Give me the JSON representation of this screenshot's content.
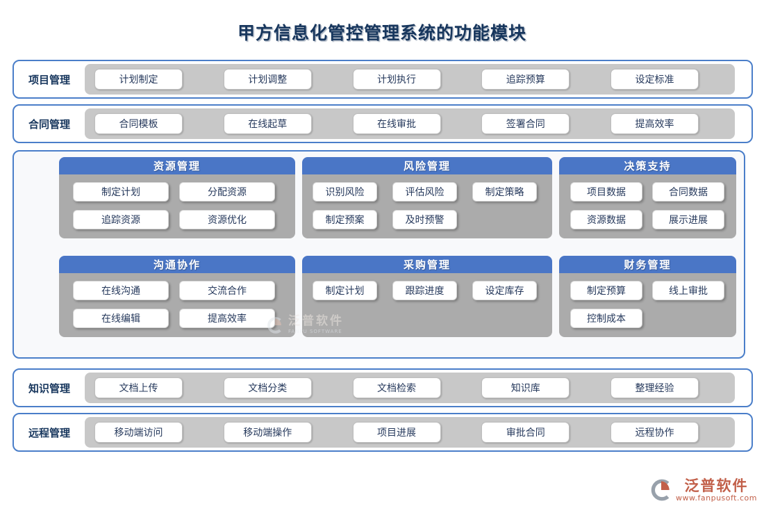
{
  "title": "甲方信息化管控管理系统的功能模块",
  "rows": [
    {
      "label": "项目管理",
      "buttons": [
        "计划制定",
        "计划调整",
        "计划执行",
        "追踪预算",
        "设定标准"
      ]
    },
    {
      "label": "合同管理",
      "buttons": [
        "合同模板",
        "在线起草",
        "在线审批",
        "签署合同",
        "提高效率"
      ]
    },
    {
      "label": "知识管理",
      "buttons": [
        "文档上传",
        "文档分类",
        "文档检索",
        "知识库",
        "整理经验"
      ]
    },
    {
      "label": "远程管理",
      "buttons": [
        "移动端访问",
        "移动端操作",
        "项目进展",
        "审批合同",
        "远程协作"
      ]
    }
  ],
  "panels": [
    {
      "title": "资源管理",
      "buttons": [
        "制定计划",
        "分配资源",
        "追踪资源",
        "资源优化"
      ]
    },
    {
      "title": "风险管理",
      "buttons": [
        "识别风险",
        "评估风险",
        "制定策略",
        "制定预案",
        "及时预警"
      ]
    },
    {
      "title": "决策支持",
      "buttons": [
        "项目数据",
        "合同数据",
        "资源数据",
        "展示进展"
      ]
    },
    {
      "title": "沟通协作",
      "buttons": [
        "在线沟通",
        "交流合作",
        "在线编辑",
        "提高效率"
      ]
    },
    {
      "title": "采购管理",
      "buttons": [
        "制定计划",
        "跟踪进度",
        "设定库存"
      ]
    },
    {
      "title": "财务管理",
      "buttons": [
        "制定预算",
        "线上审批",
        "控制成本"
      ]
    }
  ],
  "watermark": {
    "name": "泛普软件",
    "sub": "FANPU SOFTWARE"
  },
  "footer": {
    "brand": "泛普软件",
    "url": "www.fanpusoft.com"
  },
  "colors": {
    "title_navy": "#17365d",
    "border_blue": "#4a7ec9",
    "header_blue": "#4a76c6",
    "row_gray": "#c8c8c8",
    "panel_gray": "#ababab",
    "brand_orange": "#c2604a"
  }
}
